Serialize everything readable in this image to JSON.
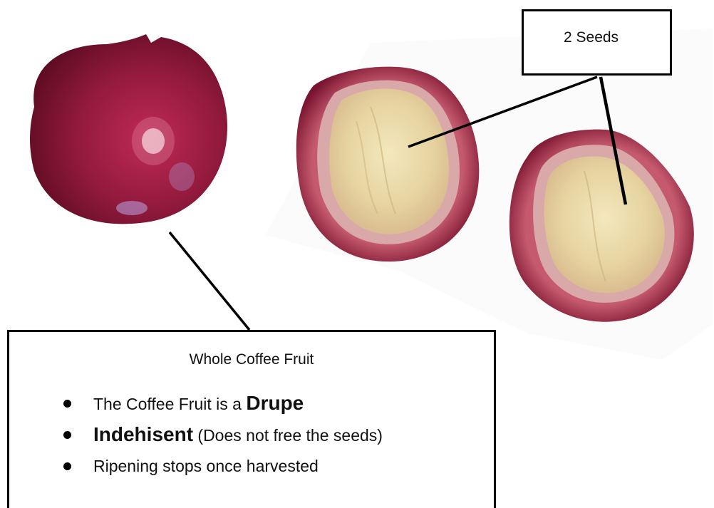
{
  "seeds_label": "2 Seeds",
  "whole_fruit": {
    "title": "Whole Coffee Fruit",
    "bullets": [
      {
        "bold": "",
        "text": "The Coffee Fruit is a ",
        "bold_after": "Drupe"
      },
      {
        "bold": "Indehisent",
        "text": " (Does not free the seeds)",
        "bold_after": ""
      },
      {
        "bold": "",
        "text": "Ripening stops once harvested",
        "bold_after": ""
      }
    ]
  },
  "colors": {
    "skin": "#8e1737",
    "skin_dark": "#5e0c22",
    "flesh": "#e9d9a6",
    "flesh_edge": "#c98a8a",
    "leader_line": "#000000"
  }
}
